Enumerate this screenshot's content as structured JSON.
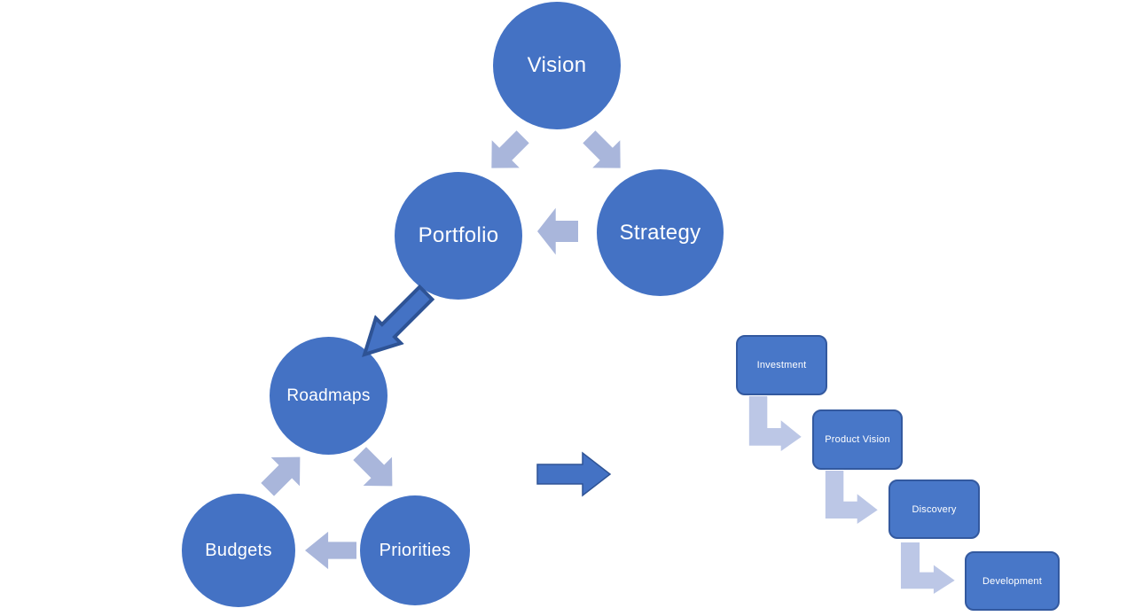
{
  "colors": {
    "background": "#ffffff",
    "node_fill": "#4472c4",
    "node_text": "#ffffff",
    "light_arrow": "#a9b6db",
    "elbow_arrow": "#bcc7e6",
    "strong_arrow_fill": "#4472c4",
    "strong_arrow_stroke": "#2e5395",
    "step_fill": "#4877c8",
    "step_stroke": "#33599f"
  },
  "cycle_top": {
    "nodes": [
      {
        "label": "Vision"
      },
      {
        "label": "Portfolio"
      },
      {
        "label": "Strategy"
      }
    ]
  },
  "cycle_bottom": {
    "nodes": [
      {
        "label": "Roadmaps"
      },
      {
        "label": "Budgets"
      },
      {
        "label": "Priorities"
      }
    ]
  },
  "process": {
    "steps": [
      {
        "label": "Investment"
      },
      {
        "label": "Product Vision"
      },
      {
        "label": "Discovery"
      },
      {
        "label": "Development"
      }
    ]
  },
  "connections": [
    {
      "from": "Vision",
      "to": "Portfolio"
    },
    {
      "from": "Vision",
      "to": "Strategy"
    },
    {
      "from": "Strategy",
      "to": "Portfolio"
    },
    {
      "from": "Portfolio",
      "to": "Roadmaps"
    },
    {
      "from": "Budgets",
      "to": "Roadmaps"
    },
    {
      "from": "Roadmaps",
      "to": "Priorities"
    },
    {
      "from": "Priorities",
      "to": "Budgets"
    },
    {
      "from": "planning-cycles",
      "to": "delivery-process"
    },
    {
      "from": "Investment",
      "to": "Product Vision"
    },
    {
      "from": "Product Vision",
      "to": "Discovery"
    },
    {
      "from": "Discovery",
      "to": "Development"
    }
  ]
}
